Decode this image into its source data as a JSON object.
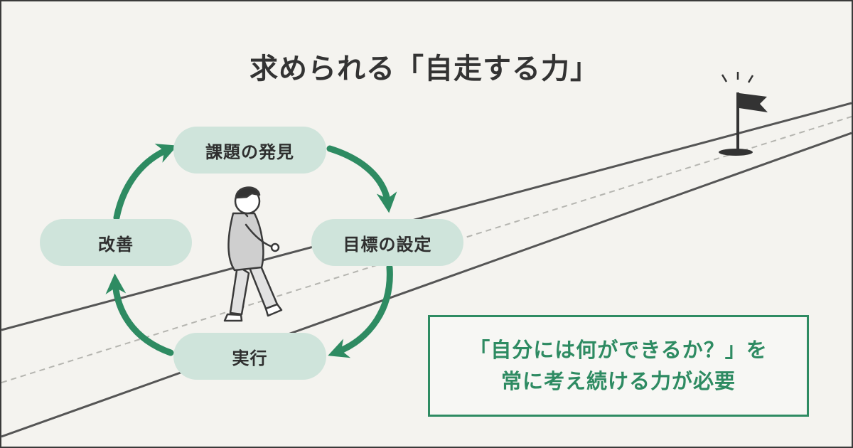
{
  "title": "求められる「自走する力」",
  "cycle": {
    "steps": [
      "課題の発見",
      "目標の設定",
      "実行",
      "改善"
    ]
  },
  "message": {
    "line1": "「自分には何ができるか？」を",
    "line2": "常に考え続ける力が必要"
  },
  "colors": {
    "accent": "#2e8b62",
    "pill": "#cfe4db",
    "background": "#f4f3ef",
    "road": "#555555"
  }
}
